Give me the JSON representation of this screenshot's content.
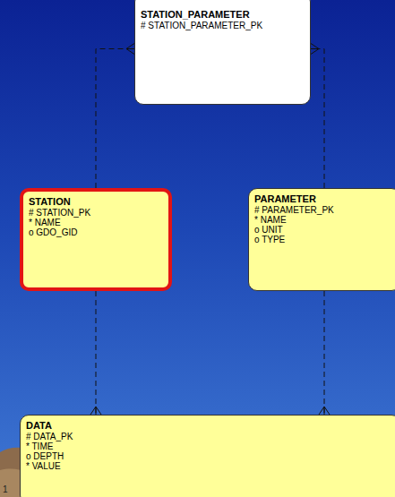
{
  "diagram": {
    "nodes": [
      {
        "text": [
          "STATION_PARAMETER",
          "# STATION_PARAMETER_PK"
        ]
      },
      {
        "text": [
          "STATION",
          "# STATION_PK",
          "* NAME",
          "o GDO_GID"
        ]
      },
      {
        "text": [
          "PARAMETER",
          "# PARAMETER_PK",
          "* NAME",
          "o UNIT",
          "o TYPE"
        ]
      },
      {
        "text": [
          "DATA",
          "# DATA_PK",
          "* TIME",
          "o DEPTH",
          "* VALUE"
        ]
      }
    ],
    "edges": [
      {
        "from": 1,
        "to": 0,
        "arrow": "to"
      },
      {
        "from": 2,
        "to": 0,
        "arrow": "to"
      },
      {
        "from": 1,
        "to": 3,
        "arrow": "to"
      },
      {
        "from": 2,
        "to": 3,
        "arrow": "to"
      }
    ],
    "labels": [
      "1"
    ]
  }
}
